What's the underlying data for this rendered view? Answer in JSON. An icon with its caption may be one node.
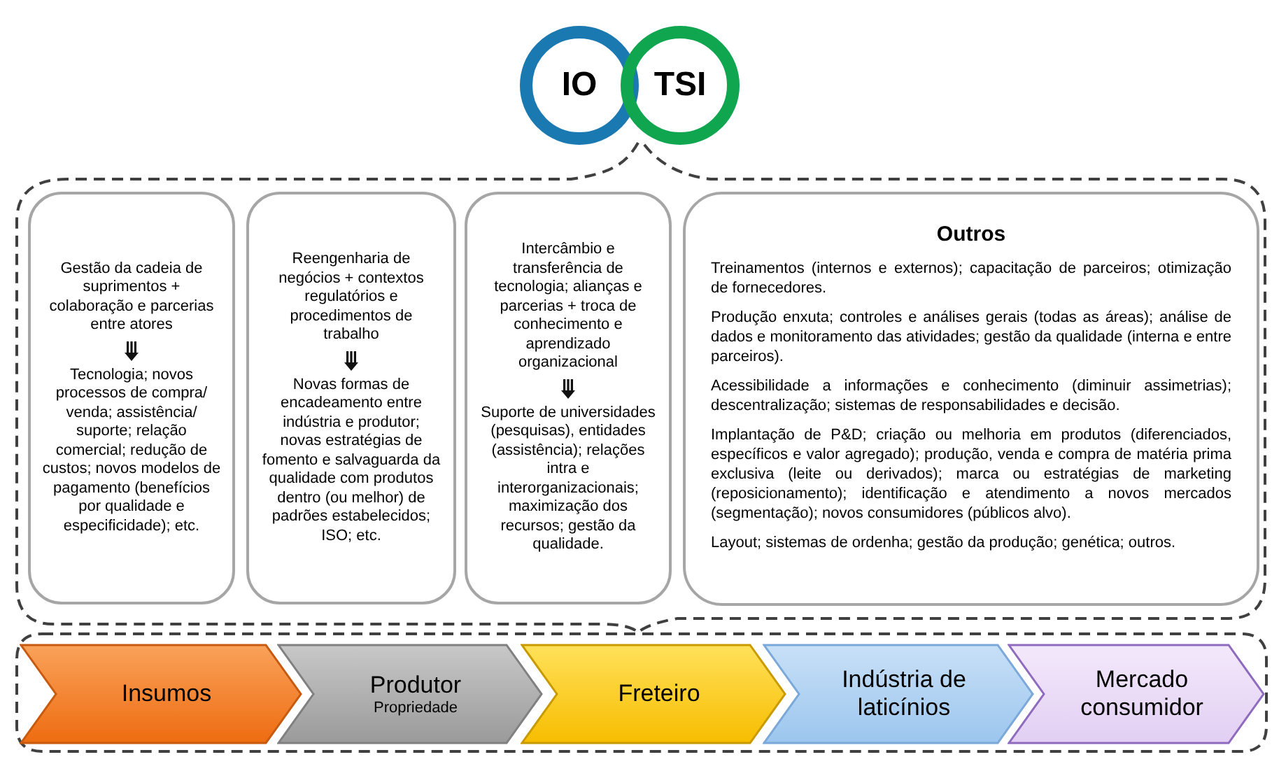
{
  "diagram": {
    "nodes": [
      {
        "text": [
          "IO"
        ]
      },
      {
        "text": [
          "TSI"
        ]
      },
      {
        "text": [],
        "shape": "box"
      },
      {
        "text": [
          "Gestão da cadeia de suprimentos + colaboração e parcerias entre atores",
          "Tecnologia; novos processos de compra/ venda; assistência/ suporte; relação comercial; redução de custos; novos modelos de pagamento (benefícios por qualidade e especificidade); etc."
        ],
        "in": 2
      },
      {
        "text": [
          "Reengenharia de negócios + contextos regulatórios e procedimentos de trabalho",
          "Novas formas de encadeamento entre indústria e produtor; novas estratégias de fomento e salvaguarda da qualidade com produtos dentro (ou melhor) de padrões estabelecidos; ISO; etc."
        ],
        "in": 2
      },
      {
        "text": [
          "Intercâmbio e transferência de tecnologia; alianças e parcerias + troca de conhecimento e aprendizado organizacional",
          "Suporte de universidades (pesquisas), entidades (assistência); relações intra e interorganizacionais; maximização dos recursos; gestão da qualidade."
        ],
        "in": 2
      },
      {
        "text": [
          "Outros",
          "Treinamentos (internos e externos); capacitação de parceiros; otimização de fornecedores.",
          "Produção enxuta; controles e análises gerais (todas as áreas); análise de dados e monitoramento das atividades; gestão da qualidade (interna e entre parceiros).",
          "Acessibilidade a informações e conhecimento (diminuir assimetrias); descentralização; sistemas de responsabilidades e decisão.",
          "Implantação de P&D; criação ou melhoria em produtos (diferenciados, específicos e valor agregado); produção, venda e compra de matéria prima exclusiva (leite ou derivados); marca ou estratégias de marketing (reposicionamento); identificação e atendimento a novos mercados (segmentação); novos consumidores (públicos alvo).",
          "Layout; sistemas de ordenha; gestão da produção; genética; outros."
        ],
        "in": 2
      },
      {
        "text": [],
        "shape": "box"
      },
      {
        "text": [
          "Insumos"
        ],
        "in": 7
      },
      {
        "text": [
          "Produtor",
          "Propriedade"
        ],
        "in": 7
      },
      {
        "text": [
          "Freteiro"
        ],
        "in": 7
      },
      {
        "text": [
          "Indústria de laticínios"
        ],
        "in": 7
      },
      {
        "text": [
          "Mercado consumidor"
        ],
        "in": 7
      }
    ],
    "edges": []
  }
}
